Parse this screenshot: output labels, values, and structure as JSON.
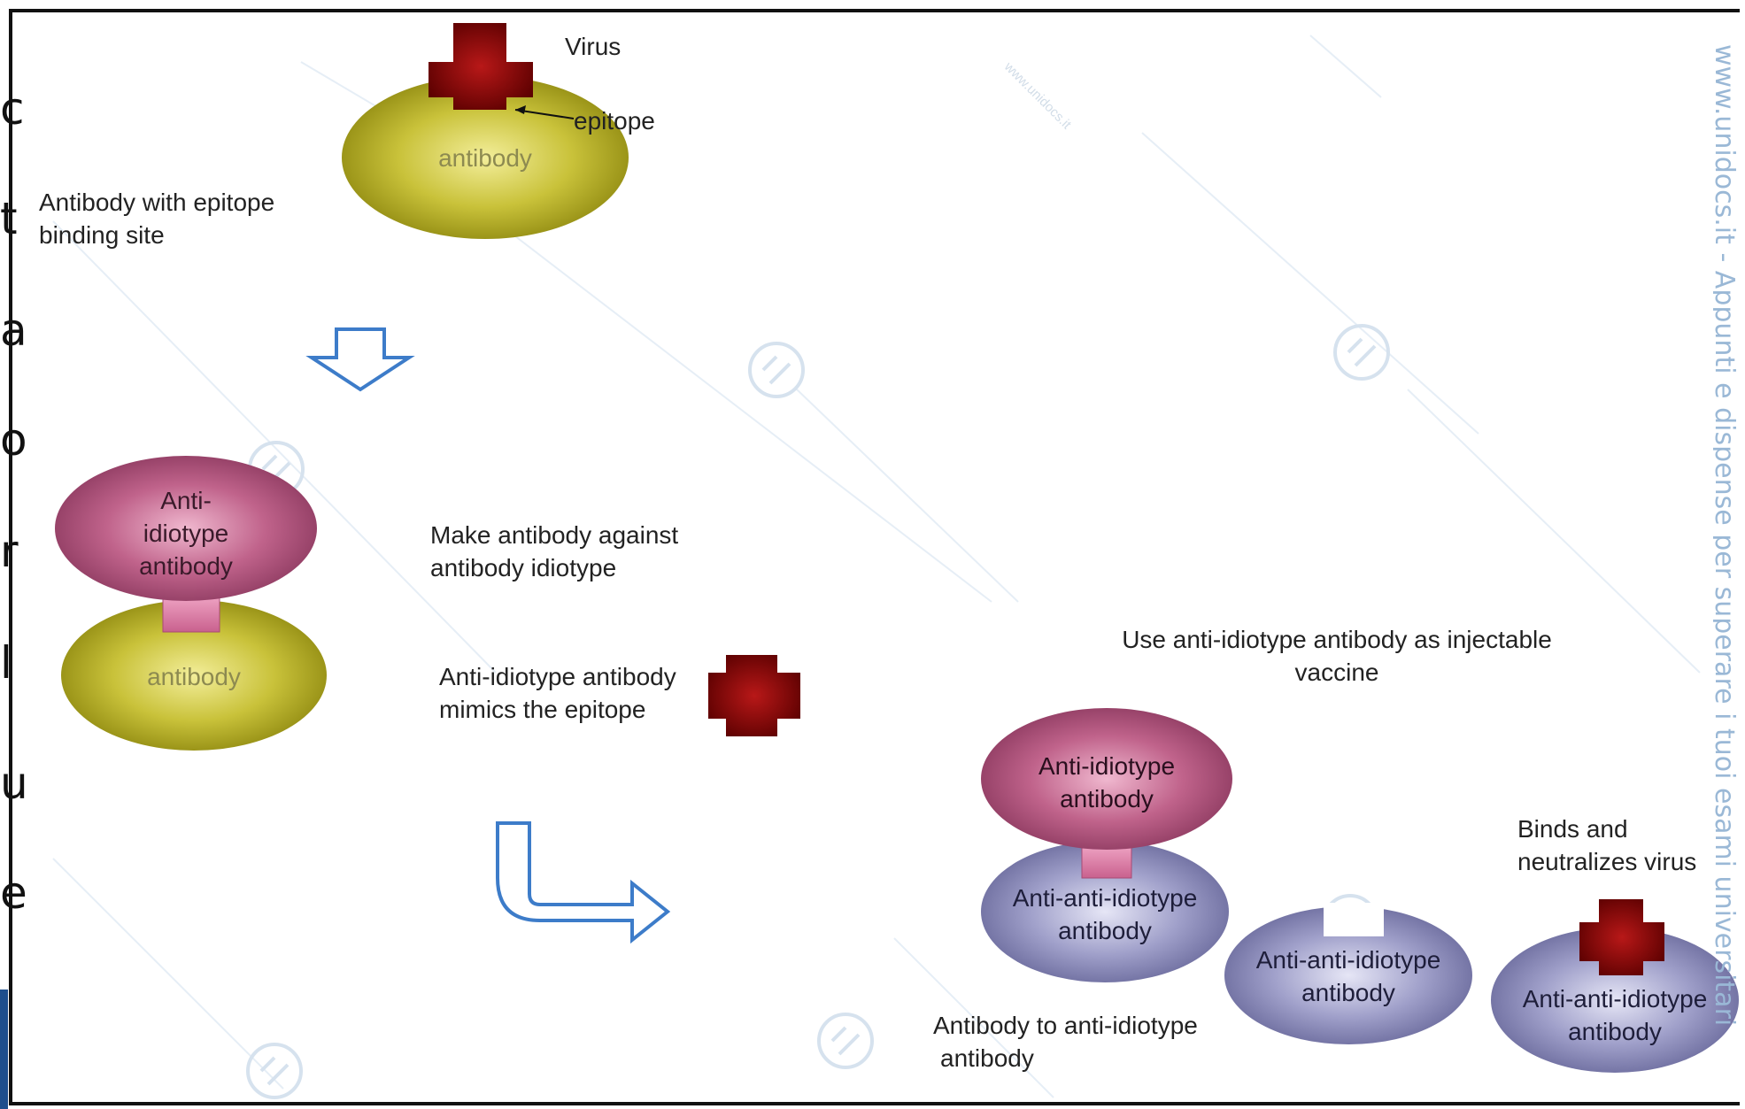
{
  "labels": {
    "virus": "Virus",
    "epitope": "epitope",
    "antibody_top": "antibody",
    "antibody_with_epitope": [
      "Antibody with epitope",
      "binding site"
    ],
    "anti_idiotype_left": [
      "Anti-",
      "idiotype",
      "antibody"
    ],
    "antibody_left": "antibody",
    "make_antibody": [
      "Make antibody against",
      "antibody idiotype"
    ],
    "mimics": [
      "Anti-idiotype antibody",
      "mimics the epitope"
    ],
    "use_vaccine": [
      "Use anti-idiotype antibody as injectable",
      "vaccine"
    ],
    "anti_idiotype_right": [
      "Anti-idiotype",
      "antibody"
    ],
    "anti_anti_1": [
      "Anti-anti-idiotype",
      "antibody"
    ],
    "anti_anti_2": [
      "Anti-anti-idiotype",
      "antibody"
    ],
    "anti_anti_3": [
      "Anti-anti-idiotype",
      "antibody"
    ],
    "antibody_to_anti": [
      "Antibody to anti-idiotype",
      "antibody"
    ],
    "binds": [
      "Binds and",
      "neutralizes virus"
    ]
  },
  "watermark": {
    "side_text": "www.unidocs.it - Appunti e dispense per superare i tuoi esami universitari",
    "diagonal_text": "www.unidocs.it"
  },
  "cut_letters": [
    "c",
    "t",
    "a",
    "o",
    "r",
    "l",
    "u",
    "e"
  ],
  "icons": {
    "arrow_down": "down-arrow-icon",
    "arrow_bent": "bent-arrow-icon",
    "logo": "unidocs-logo-icon"
  },
  "colors": {
    "antibody_yellow": "#b8b020",
    "anti_idiotype_pink": "#b0507a",
    "anti_anti_purple": "#8c8cb8",
    "virus_red": "#7a0000",
    "arrow_blue": "#3d7cc9"
  }
}
